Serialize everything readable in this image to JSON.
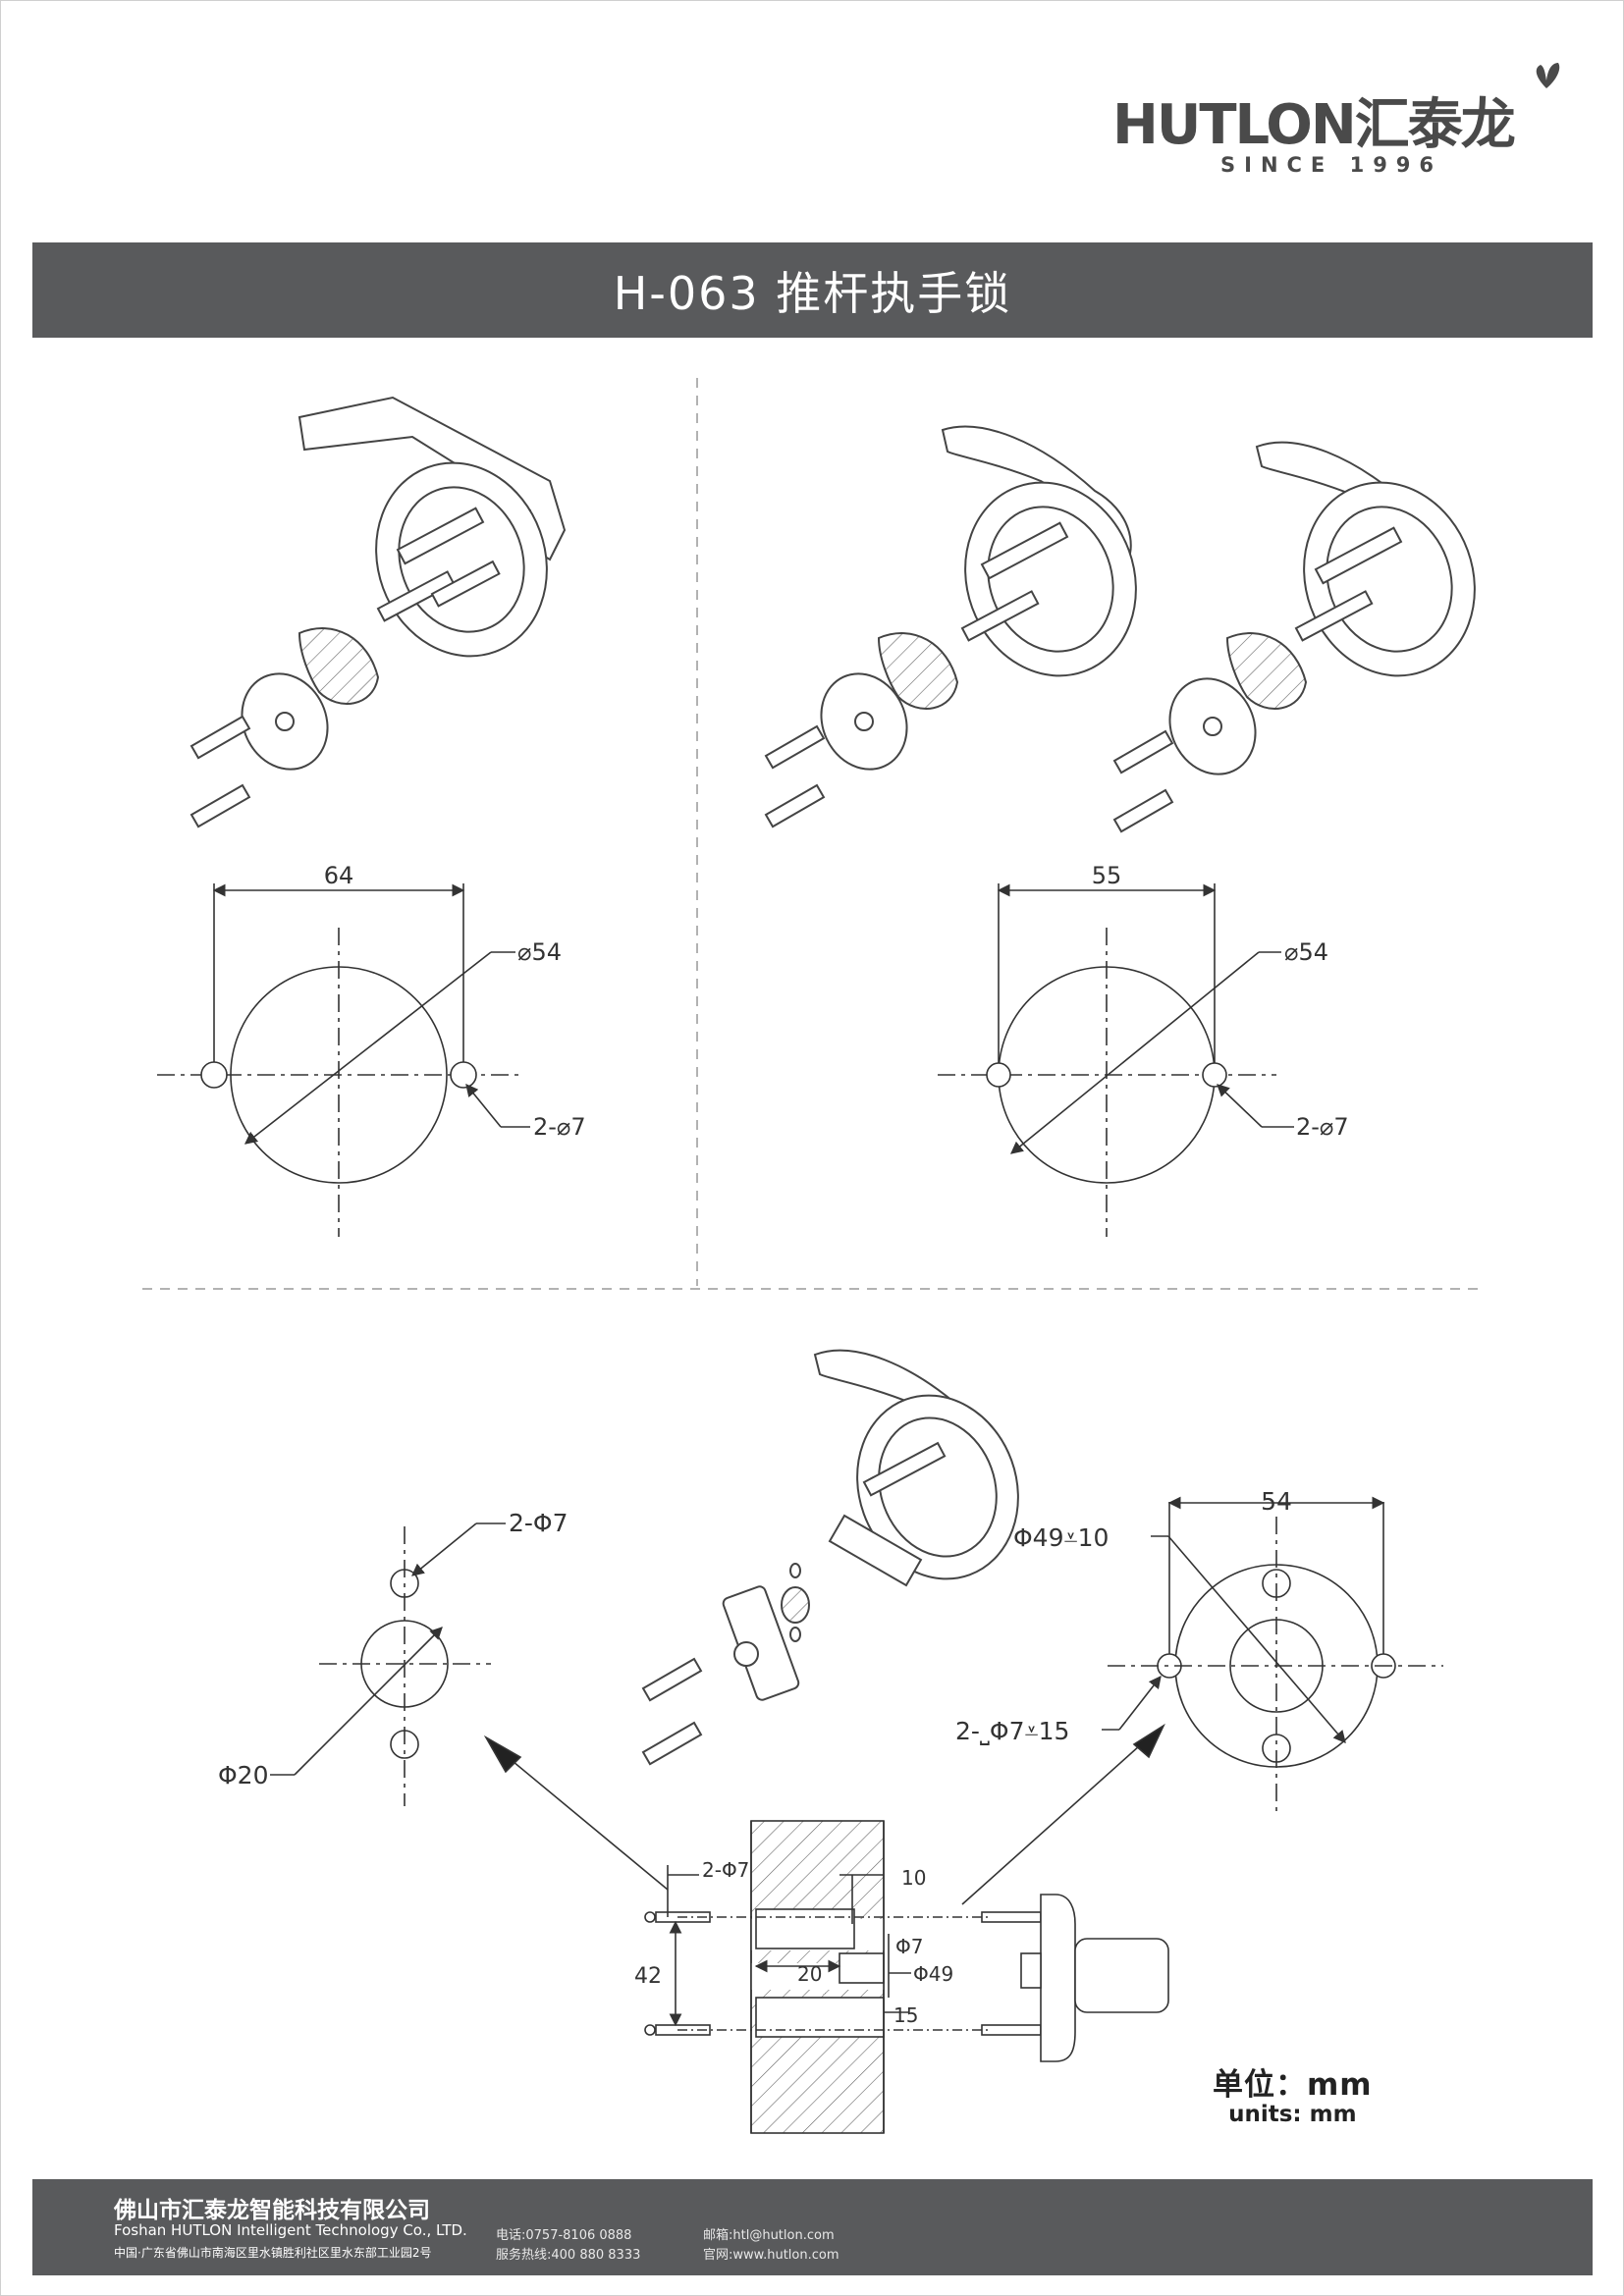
{
  "brand": {
    "name": "HUTLON汇泰龙",
    "since": "SINCE 1996"
  },
  "title": "H-063 推杆执手锁",
  "drawings": {
    "top_left": {
      "width": "64",
      "diameter": "⌀54",
      "holes": "2-⌀7"
    },
    "top_right": {
      "width": "55",
      "diameter": "⌀54",
      "holes": "2-⌀7"
    },
    "left_plate": {
      "holes": "2-Φ7",
      "center": "Φ20"
    },
    "right_plate": {
      "width": "54",
      "bore": "Φ49⩡10",
      "holes": "2-⎵Φ7⩡15"
    },
    "section": {
      "holes": "2-Φ7",
      "d10": "10",
      "d7": "Φ7",
      "d42": "42",
      "d20": "20",
      "d49": "Φ49",
      "d15": "15"
    }
  },
  "units": {
    "zh": "单位：mm",
    "en": "units: mm"
  },
  "footer": {
    "company": "佛山市汇泰龙智能科技有限公司",
    "company_en": "Foshan HUTLON Intelligent Technology Co., LTD.",
    "address": "中国·广东省佛山市南海区里水镇胜利社区里水东部工业园2号",
    "phone": "电话:0757-8106 0888",
    "hotline": "服务热线:400 880 8333",
    "email": "邮箱:htl@hutlon.com",
    "website": "官网:www.hutlon.com"
  }
}
